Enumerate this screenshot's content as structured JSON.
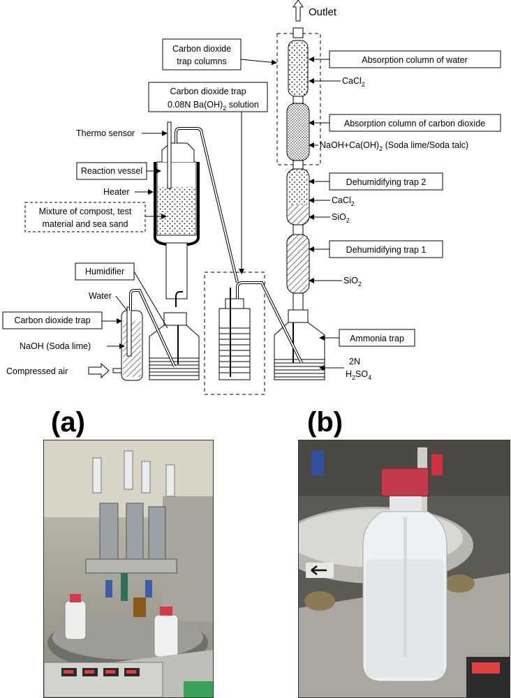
{
  "diagram": {
    "outlet": "Outlet",
    "co2_trap_columns": [
      "Carbon dioxide",
      "trap columns"
    ],
    "co2_trap_baoh": [
      "Carbon dioxide trap",
      "0.08N Ba(OH)",
      "2",
      " solution"
    ],
    "thermo_sensor": "Thermo sensor",
    "reaction_vessel": "Reaction vessel",
    "heater": "Heater",
    "mixture": [
      "Mixture of compost, test",
      "material and sea sand"
    ],
    "humidifier": "Humidifier",
    "water": "Water",
    "co2_trap": "Carbon dioxide trap",
    "naoh": "NaOH (Soda lime)",
    "compressed_air": "Compressed air",
    "abs_water": "Absorption column of water",
    "cacl2_a": [
      "CaCl",
      "2"
    ],
    "abs_co2": "Absorption column of carbon dioxide",
    "soda": [
      "NaOH+Ca(OH)",
      "2",
      "  (Soda lime/Soda talc)"
    ],
    "dehum2": "Dehumidifying trap 2",
    "cacl2_b": [
      "CaCl",
      "2"
    ],
    "sio2_a": [
      "SiO",
      "2"
    ],
    "dehum1": "Dehumidifying trap 1",
    "sio2_b": [
      "SiO",
      "2"
    ],
    "ammonia_trap": "Ammonia trap",
    "h2so4": [
      "2N",
      "H",
      "2",
      "SO",
      "4"
    ]
  },
  "panels": {
    "a": "(a)",
    "b": "(b)"
  }
}
